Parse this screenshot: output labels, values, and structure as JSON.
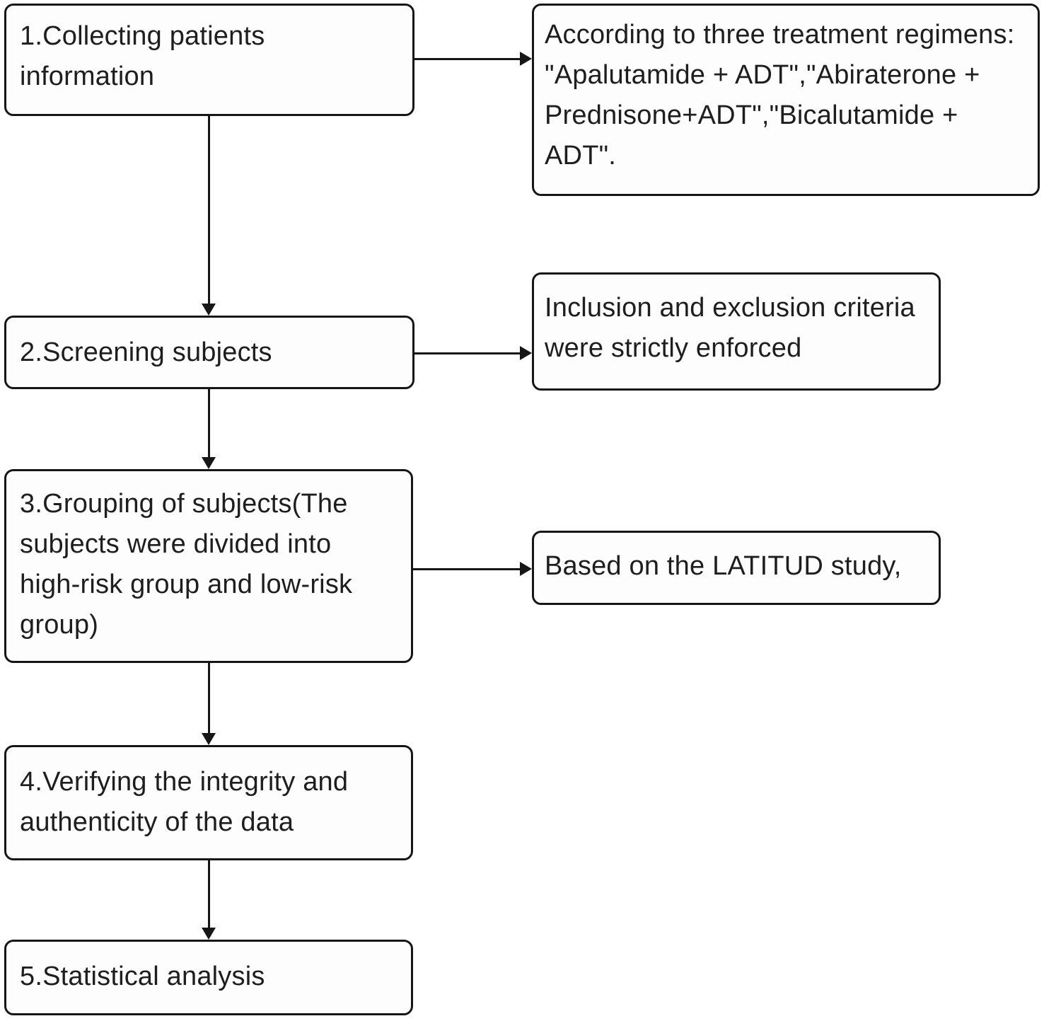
{
  "figure": {
    "kind": "study-workflow-flowchart",
    "background_color": "#ffffff",
    "line_color": "#161616",
    "text_color": "#1e1e1e"
  },
  "steps": [
    {
      "id": "step-1",
      "lines": [
        "1.Collecting patients",
        "information"
      ]
    },
    {
      "id": "step-2",
      "lines": [
        "2.Screening subjects"
      ]
    },
    {
      "id": "step-3",
      "lines": [
        "3.Grouping of subjects(The",
        "subjects were divided into",
        "high-risk group and low-risk",
        "group)"
      ]
    },
    {
      "id": "step-4",
      "lines": [
        "4.Verifying the integrity and",
        "authenticity of the data"
      ]
    },
    {
      "id": "step-5",
      "lines": [
        "5.Statistical analysis"
      ]
    }
  ],
  "annotations": [
    {
      "id": "note-1",
      "lines": [
        "According to three treatment regimens:",
        "\"Apalutamide + ADT\",\"Abiraterone +",
        "Prednisone+ADT\",\"Bicalutamide +",
        "ADT\"."
      ]
    },
    {
      "id": "note-2",
      "lines": [
        "Inclusion and exclusion criteria",
        "were strictly enforced"
      ]
    },
    {
      "id": "note-3",
      "lines": [
        "Based on the LATITUD study,"
      ]
    }
  ]
}
